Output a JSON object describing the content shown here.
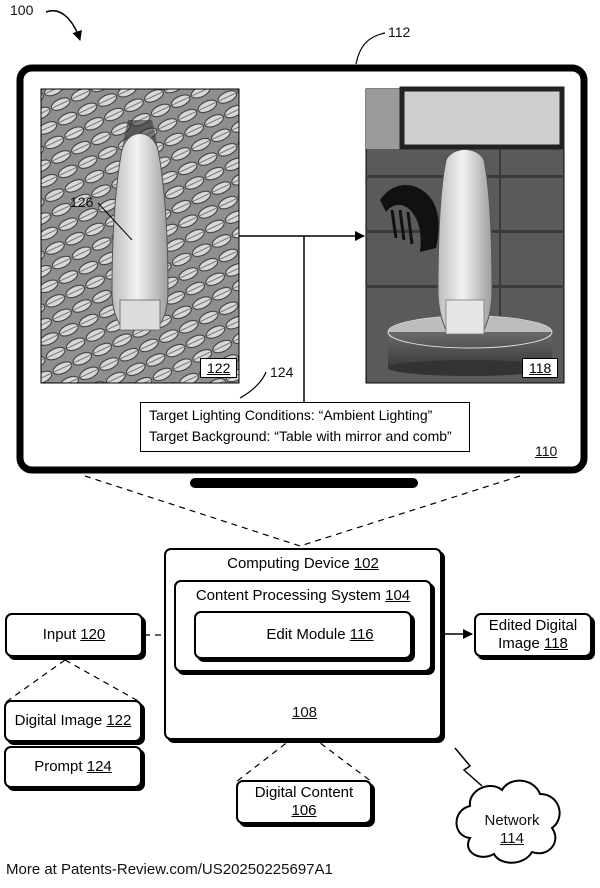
{
  "figure_label": "100",
  "monitor": {
    "ref": "112",
    "screen_ref": "110",
    "source_image_ref": "122",
    "output_image_ref": "118",
    "object_ref": "126",
    "prompt_ref": "124",
    "prompt_lines": [
      "Target Lighting Conditions: “Ambient Lighting”",
      "Target Background: “Table with mirror and comb”"
    ]
  },
  "computing_device": {
    "label": "Computing Device",
    "ref": "102"
  },
  "content_processing_system": {
    "label": "Content Processing System",
    "ref": "104"
  },
  "edit_module": {
    "label": "Edit Module",
    "ref": "116"
  },
  "storage": {
    "ref": "108"
  },
  "input": {
    "label": "Input",
    "ref": "120"
  },
  "digital_image": {
    "label": "Digital Image",
    "ref": "122"
  },
  "prompt": {
    "label": "Prompt",
    "ref": "124"
  },
  "edited_image": {
    "label_line1": "Edited Digital",
    "label_line2": "Image",
    "ref": "118"
  },
  "digital_content": {
    "label": "Digital Content",
    "ref": "106"
  },
  "network": {
    "label": "Network",
    "ref": "114"
  },
  "footer": "More at Patents-Review.com/US20250225697A1",
  "colors": {
    "line": "#000000",
    "background": "#ffffff"
  }
}
